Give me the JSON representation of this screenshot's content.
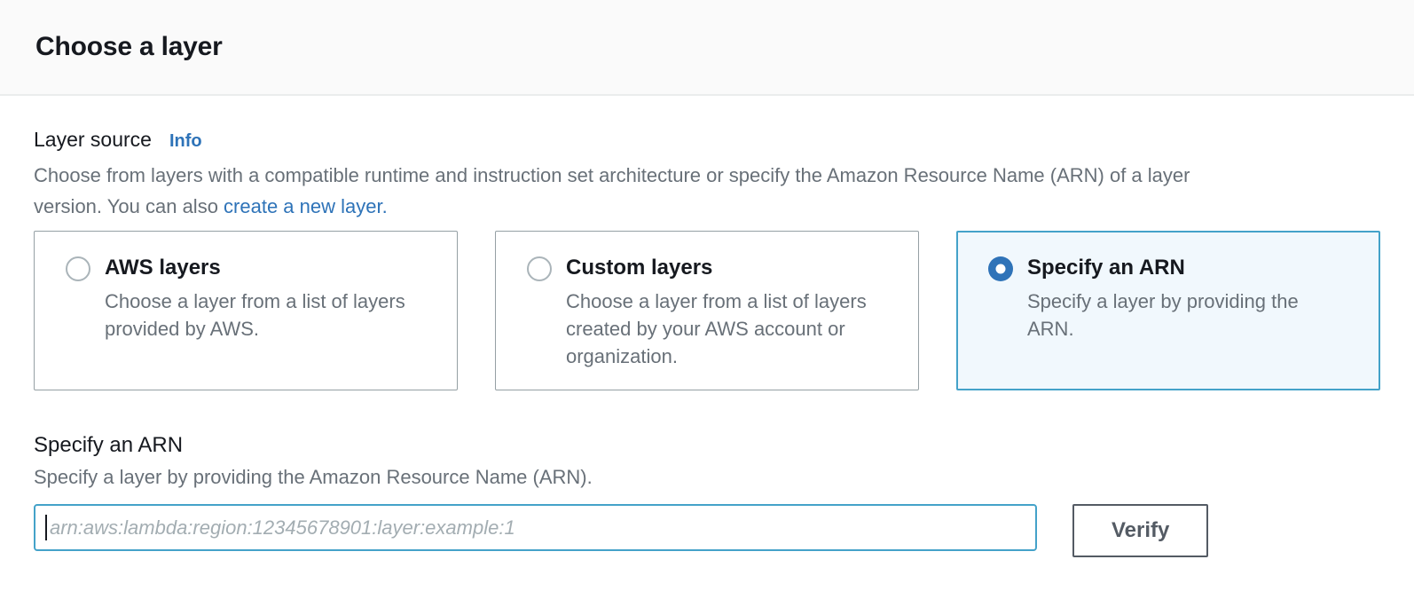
{
  "header": {
    "title": "Choose a layer"
  },
  "layer_source": {
    "label": "Layer source",
    "info_label": "Info",
    "description_line1": "Choose from layers with a compatible runtime and instruction set architecture or specify the Amazon Resource Name (ARN) of a layer",
    "description_line2_prefix": "version. You can also ",
    "link_label": "create a new layer.",
    "cards": [
      {
        "title": "AWS layers",
        "description": "Choose a layer from a list of layers provided by AWS.",
        "selected": false
      },
      {
        "title": "Custom layers",
        "description": "Choose a layer from a list of layers created by your AWS account or organization.",
        "selected": false
      },
      {
        "title": "Specify an ARN",
        "description": "Specify a layer by providing the ARN.",
        "selected": true
      }
    ]
  },
  "arn_section": {
    "title": "Specify an ARN",
    "description": "Specify a layer by providing the Amazon Resource Name (ARN).",
    "input_value": "",
    "input_placeholder": "arn:aws:lambda:region:12345678901:layer:example:1",
    "verify_button_label": "Verify"
  },
  "colors": {
    "accent_blue": "#2e73b8",
    "radio_selected": "#2f73b8",
    "focus_border": "#44a2c9",
    "selected_card_bg": "#f1f8fd",
    "card_border": "#95a0a4",
    "text_primary": "#16191f",
    "text_secondary": "#687078",
    "button_border": "#545b64",
    "header_bg": "#fafafa",
    "divider": "#eaeded"
  }
}
